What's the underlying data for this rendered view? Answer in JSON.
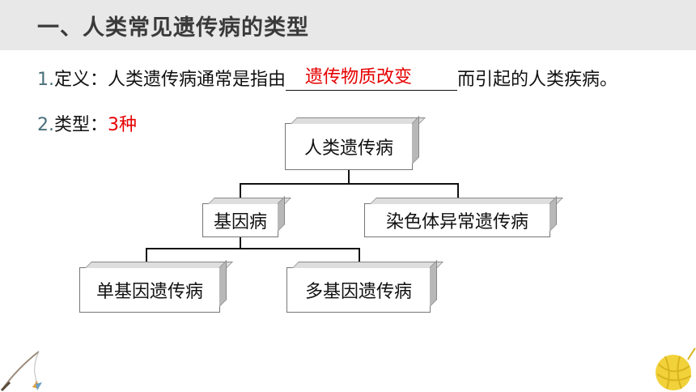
{
  "header": {
    "title": "一、人类常见遗传病的类型"
  },
  "definition": {
    "number": "1.",
    "label": "定义：",
    "before_blank": "人类遗传病通常是指由",
    "answer": "遗传物质改变",
    "after_blank": "而引起的人类疾病。"
  },
  "types": {
    "number": "2.",
    "label": "类型：",
    "count": "3种"
  },
  "tree": {
    "root": "人类遗传病",
    "gene": "基因病",
    "chromosome": "染色体异常遗传病",
    "single": "单基因遗传病",
    "multi": "多基因遗传病"
  },
  "colors": {
    "answer": "#e60000",
    "title_bg": "#e8e8e8",
    "number": "#4a6f7a"
  },
  "decorations": {
    "bottom_left": "fishing-rod-icon",
    "bottom_right": "yarn-ball-icon"
  }
}
